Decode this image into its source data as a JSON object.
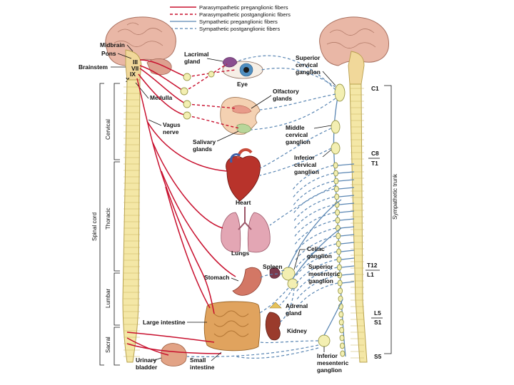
{
  "legend": {
    "items": [
      {
        "label": "Parasympathetic preganglionic fibers",
        "color": "#c8102e",
        "style": "solid"
      },
      {
        "label": "Parasympathetic postganglionic fibers",
        "color": "#c8102e",
        "style": "dashed"
      },
      {
        "label": "Sympathetic preganglionic fibers",
        "color": "#5a86b3",
        "style": "solid"
      },
      {
        "label": "Sympathetic postganglionic fibers",
        "color": "#5a86b3",
        "style": "dashed"
      }
    ]
  },
  "brain_labels": {
    "midbrain": "Midbrain",
    "pons": "Pons",
    "brainstem": "Brainstem",
    "medulla": "Medulla",
    "cranial_nerves": [
      "III",
      "VII",
      "IX",
      "X"
    ]
  },
  "cord_regions": {
    "spinal_cord": "Spinal cord",
    "cervical": "Cervical",
    "thoracic": "Thoracic",
    "lumbar": "Lumbar",
    "sacral": "Sacral"
  },
  "organs": {
    "lacrimal_gland": [
      "Lacrimal",
      "gland"
    ],
    "eye": "Eye",
    "olfactory_glands": [
      "Olfactory",
      "glands"
    ],
    "vagus_nerve": [
      "Vagus",
      "nerve"
    ],
    "salivary_glands": [
      "Salivary",
      "glands"
    ],
    "heart": "Heart",
    "lungs": "Lungs",
    "stomach": "Stomach",
    "spleen": "Spleen",
    "large_intestine": "Large intestine",
    "adrenal_gland": [
      "Adrenal",
      "gland"
    ],
    "kidney": "Kidney",
    "urinary_bladder": [
      "Urinary",
      "bladder"
    ],
    "small_intestine": [
      "Small",
      "intestine"
    ]
  },
  "ganglia": {
    "superior_cervical": [
      "Superior",
      "cervical",
      "ganglion"
    ],
    "middle_cervical": [
      "Middle",
      "cervical",
      "ganglion"
    ],
    "inferior_cervical": [
      "Inferior",
      "cervical",
      "ganglion"
    ],
    "celiac": [
      "Celiac",
      "ganglion"
    ],
    "superior_mesenteric": [
      "Superior",
      "mesenteric",
      "ganglion"
    ],
    "inferior_mesenteric": [
      "Inferior",
      "mesenteric",
      "ganglion"
    ]
  },
  "segment_labels": {
    "c1": "C1",
    "c8": "C8",
    "t1": "T1",
    "t12": "T12",
    "l1": "L1",
    "l5": "L5",
    "s1": "S1",
    "s5": "S5"
  },
  "sympathetic_trunk": "Sympathetic trunk"
}
